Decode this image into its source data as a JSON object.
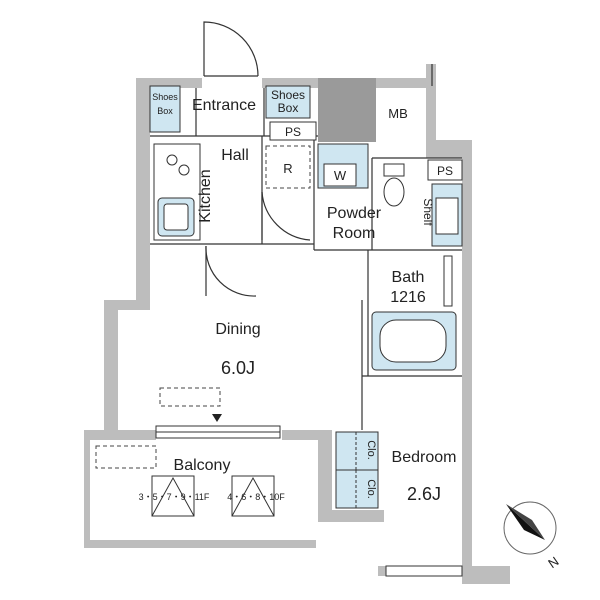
{
  "rooms": {
    "entrance": "Entrance",
    "hall": "Hall",
    "kitchen": "Kitchen",
    "dining": "Dining",
    "dining_size": "6.0J",
    "powder_room_1": "Powder",
    "powder_room_2": "Room",
    "bath": "Bath",
    "bath_size": "1216",
    "bedroom": "Bedroom",
    "bedroom_size": "2.6J",
    "balcony": "Balcony"
  },
  "fixtures": {
    "shoes_box_left_1": "Shoes",
    "shoes_box_left_2": "Box",
    "shoes_box_right_1": "Shoes",
    "shoes_box_right_2": "Box",
    "ps_entrance": "PS",
    "ps_powder": "PS",
    "mb": "MB",
    "refrigerator": "R",
    "washer": "W",
    "shelf": "Shelf",
    "closet_top": "Clo.",
    "closet_bottom": "Clo."
  },
  "balcony_notes": {
    "floors_odd": "3・5・7・9・11F",
    "floors_even": "4・6・8・10F"
  },
  "compass": {
    "north_label": "N"
  }
}
